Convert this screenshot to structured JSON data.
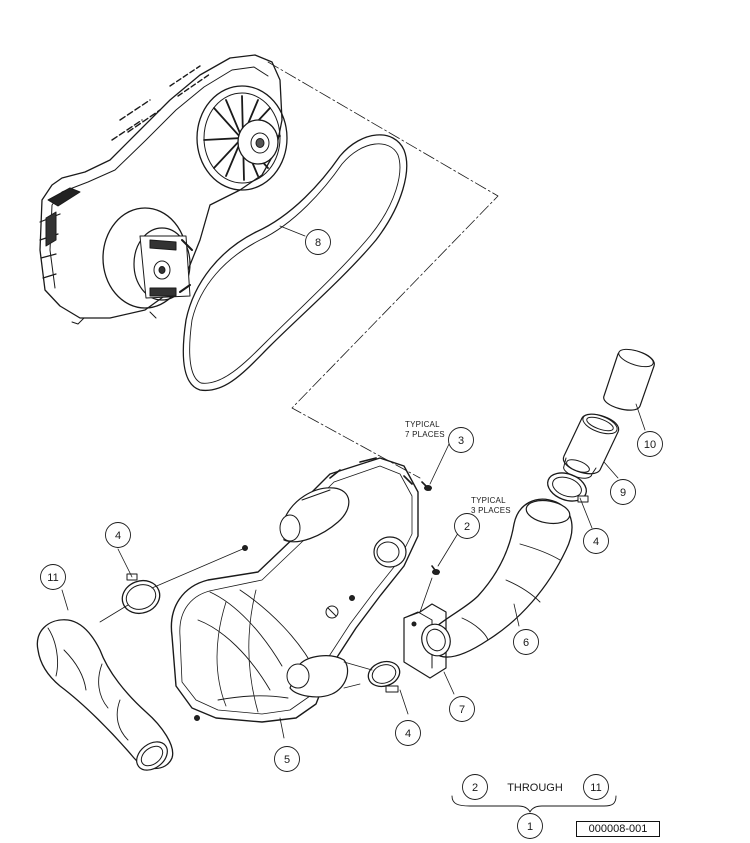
{
  "callouts": {
    "c1": "1",
    "c2_summary": "2",
    "c2": "2",
    "c3": "3",
    "c4_left": "4",
    "c4_bottom": "4",
    "c4_right": "4",
    "c5": "5",
    "c6": "6",
    "c7": "7",
    "c8": "8",
    "c9": "9",
    "c10": "10",
    "c11_left": "11",
    "c11_summary": "11"
  },
  "notes": {
    "typical_7_line1": "TYPICAL",
    "typical_7_line2": "7 PLACES",
    "typical_3_line1": "TYPICAL",
    "typical_3_line2": "3 PLACES",
    "through": "THROUGH"
  },
  "figure_id": "000008-001"
}
